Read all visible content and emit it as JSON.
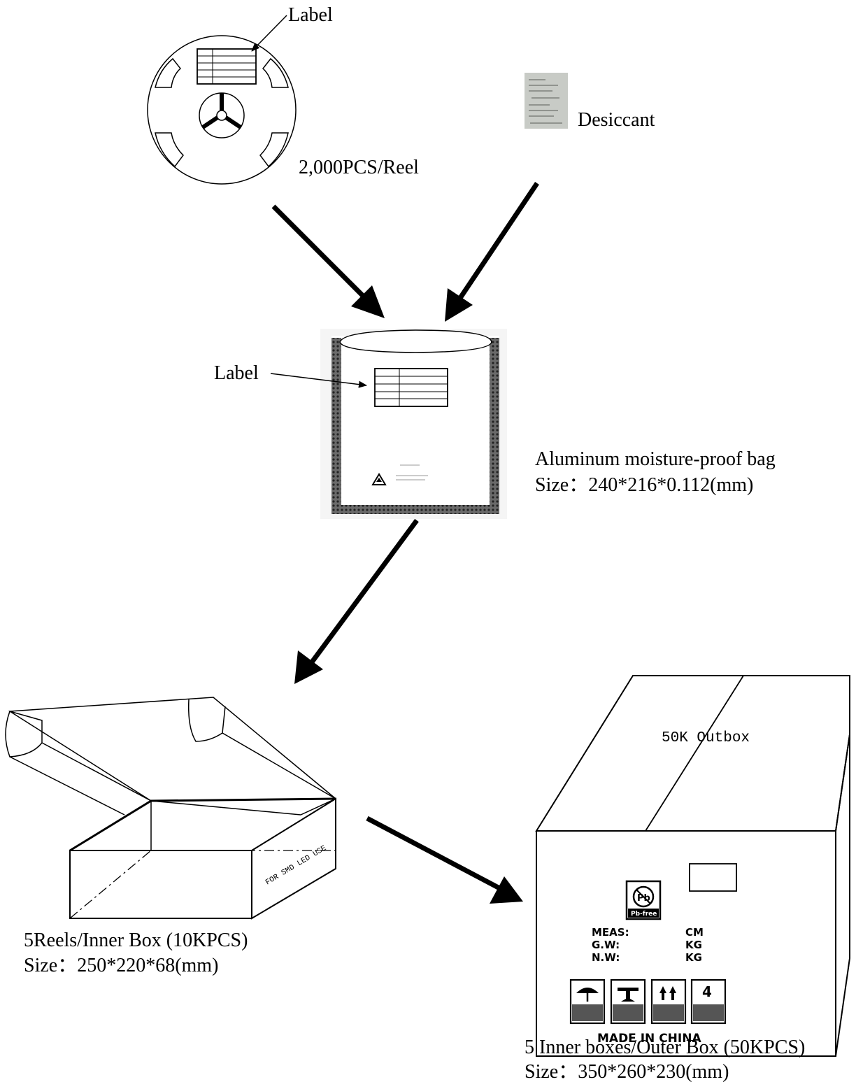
{
  "reel": {
    "label": "Label",
    "quantity": "2,000PCS/Reel"
  },
  "desiccant": {
    "label": "Desiccant"
  },
  "bag": {
    "label": "Label",
    "title": "Aluminum moisture-proof bag",
    "size": "Size：240*216*0.112(mm)"
  },
  "inner_box": {
    "side_print": "FOR SMD LED USE",
    "title": "5Reels/Inner Box (10KPCS)",
    "size": "Size：250*220*68(mm)"
  },
  "outer_box": {
    "top_print": "50K Outbox",
    "badge": "Pb-free",
    "meas_label": "MEAS:",
    "gw_label": "G.W:",
    "nw_label": "N.W:",
    "meas_unit": "CM",
    "gw_unit": "KG",
    "nw_unit": "KG",
    "stack_limit": "4",
    "origin": "MADE IN CHINA",
    "title": "5 Inner boxes/Outer Box (50KPCS)",
    "size": "Size：350*260*230(mm)"
  },
  "colors": {
    "line": "#000000",
    "background": "#ffffff",
    "bag_edge": "#3a3a3a",
    "desiccant": "#c8cbc6"
  }
}
